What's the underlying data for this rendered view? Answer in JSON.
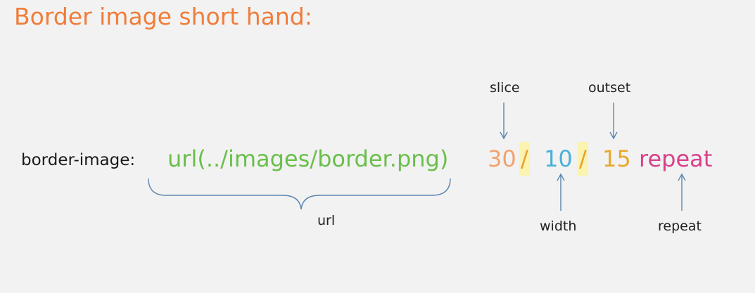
{
  "title": "Border image short hand:",
  "property_label": "border-image:",
  "tokens": {
    "url": "url(../images/border.png)",
    "slice": "30",
    "sep1": "/",
    "width": "10",
    "sep2": "/",
    "outset": "15",
    "repeat": "repeat"
  },
  "annotations": {
    "slice": "slice",
    "outset": "outset",
    "url": "url",
    "width": "width",
    "repeat": "repeat"
  },
  "colors": {
    "title": "#ef7d3a",
    "url": "#6abf4b",
    "slice": "#f1a36f",
    "separator": "#e8a030",
    "width": "#4ab0d8",
    "outset": "#e8a72e",
    "repeat": "#d8408a",
    "highlight": "#fbf3b0",
    "arrow": "#5a86b0"
  }
}
